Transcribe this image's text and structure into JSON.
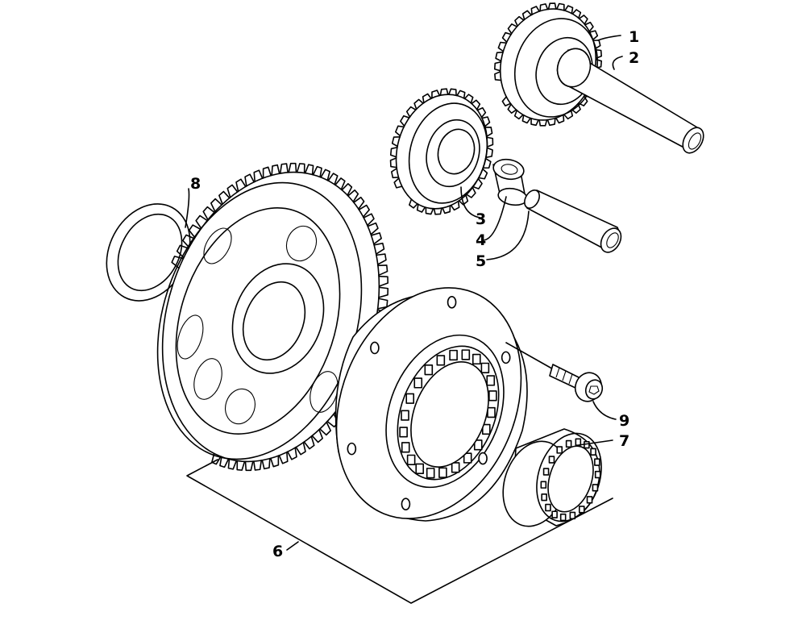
{
  "figure": {
    "parts": [
      {
        "number": "1",
        "kind": "small-gear-icon"
      },
      {
        "number": "2",
        "kind": "long-shaft-icon"
      },
      {
        "number": "3",
        "kind": "small-gear-icon"
      },
      {
        "number": "4",
        "kind": "bushing-icon"
      },
      {
        "number": "5",
        "kind": "short-shaft-icon"
      },
      {
        "number": "6",
        "kind": "starter-clutch-assembly-icon"
      },
      {
        "number": "7",
        "kind": "needle-bearing-icon"
      },
      {
        "number": "8",
        "kind": "washer-icon"
      },
      {
        "number": "9",
        "kind": "socket-head-bolt-icon"
      }
    ]
  }
}
